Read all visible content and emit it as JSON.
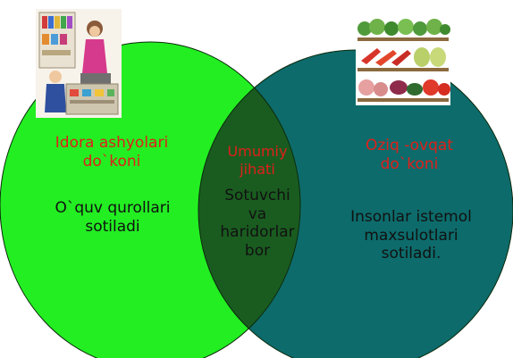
{
  "colors": {
    "left_circle": "#22ee22",
    "right_circle": "#0d6b6b",
    "overlap": "#1a5c20",
    "title_text": "#e0201a",
    "body_text": "#111111"
  },
  "left": {
    "title_line1": "Idora ashyolari",
    "title_line2": "do`koni",
    "text_line1": "O`quv qurollari",
    "text_line2": "sotiladi",
    "picture_icon": "shop-clerk-illustration"
  },
  "middle": {
    "title_line1": "Umumiy",
    "title_line2": "jihati",
    "text_line1": "Sotuvchi",
    "text_line2": "va",
    "text_line3": "haridorlar",
    "text_line4": "bor"
  },
  "right": {
    "title_line1": "Oziq -ovqat",
    "title_line2": "do`koni",
    "text_line1": "Insonlar istemol",
    "text_line2": "maxsulotlari",
    "text_line3": "sotiladi.",
    "picture_icon": "vegetable-shelves-illustration"
  }
}
